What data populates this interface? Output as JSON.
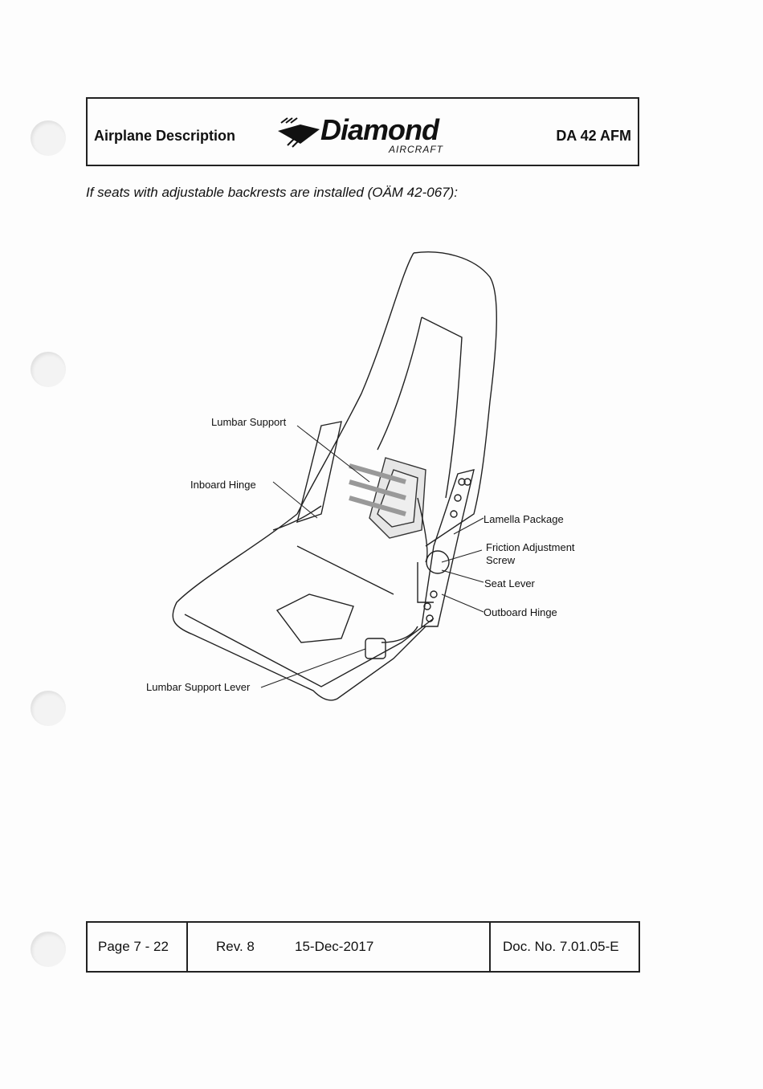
{
  "header": {
    "section": "Airplane Description",
    "logo_word": "Diamond",
    "logo_sub": "AIRCRAFT",
    "doc_title": "DA 42 AFM"
  },
  "intro": "If seats with adjustable backrests are installed (OÄM 42-067):",
  "figure": {
    "labels": {
      "lumbar_support": "Lumbar Support",
      "inboard_hinge": "Inboard Hinge",
      "lamella_package": "Lamella Package",
      "friction_line1": "Friction Adjustment",
      "friction_line2": "Screw",
      "seat_lever": "Seat Lever",
      "outboard_hinge": "Outboard Hinge",
      "lumbar_support_lever": "Lumbar Support Lever"
    }
  },
  "footer": {
    "page": "Page 7 - 22",
    "rev": "Rev. 8",
    "date": "15-Dec-2017",
    "doc_no": "Doc. No. 7.01.05-E"
  }
}
